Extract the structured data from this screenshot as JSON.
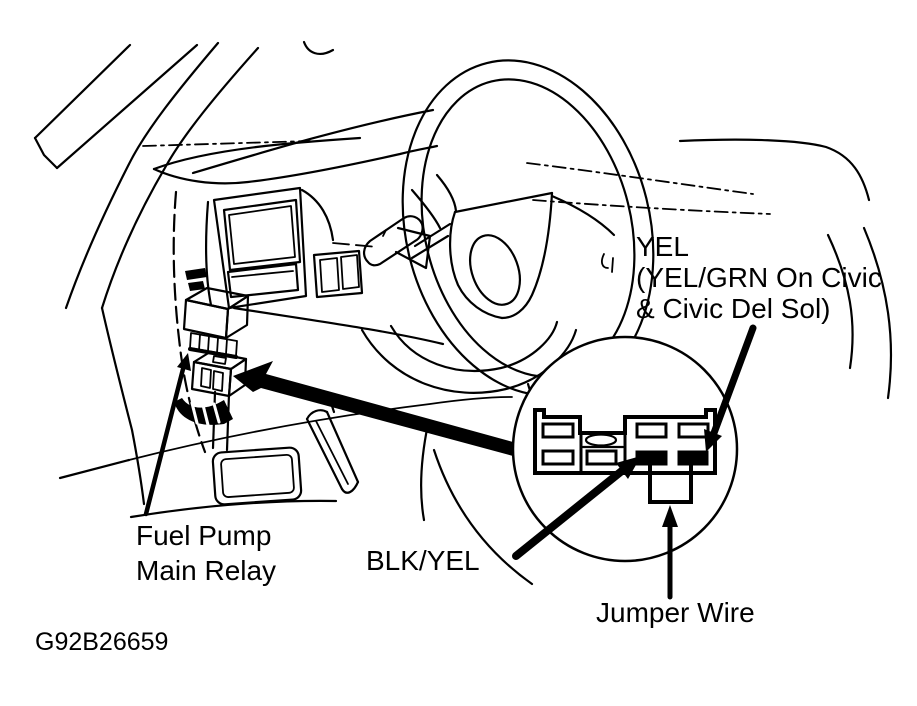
{
  "diagram": {
    "figure_code": "G92B26659",
    "labels": {
      "wire_color": {
        "line1": "YEL",
        "line2": "(YEL/GRN On Civic",
        "line3": "& Civic Del Sol)"
      },
      "relay_location": {
        "line1": "Fuel Pump",
        "line2": "Main Relay"
      },
      "terminal_wire": "BLK/YEL",
      "jumper": "Jumper Wire"
    },
    "colors": {
      "ink": "#000000",
      "paper": "#ffffff",
      "terminal_fill": "#000000"
    },
    "illustration": {
      "type": "line-art",
      "parts": [
        "a-pillar",
        "windshield",
        "dashboard",
        "center-stack-radio",
        "switch-panel",
        "turn-signal-stalk",
        "steering-wheel",
        "steering-column",
        "brake-pedal",
        "accelerator-pedal",
        "fuel-pump-main-relay",
        "relay-connector",
        "wire-harness",
        "connector-detail-circle",
        "connector-pin-cells",
        "black-terminals",
        "jumper-wire-loop"
      ],
      "arrows": [
        "relay-location-arrow",
        "connector-to-detail-arrow",
        "blk-yel-terminal-arrow",
        "yel-wire-arrow",
        "jumper-wire-arrow"
      ]
    }
  }
}
